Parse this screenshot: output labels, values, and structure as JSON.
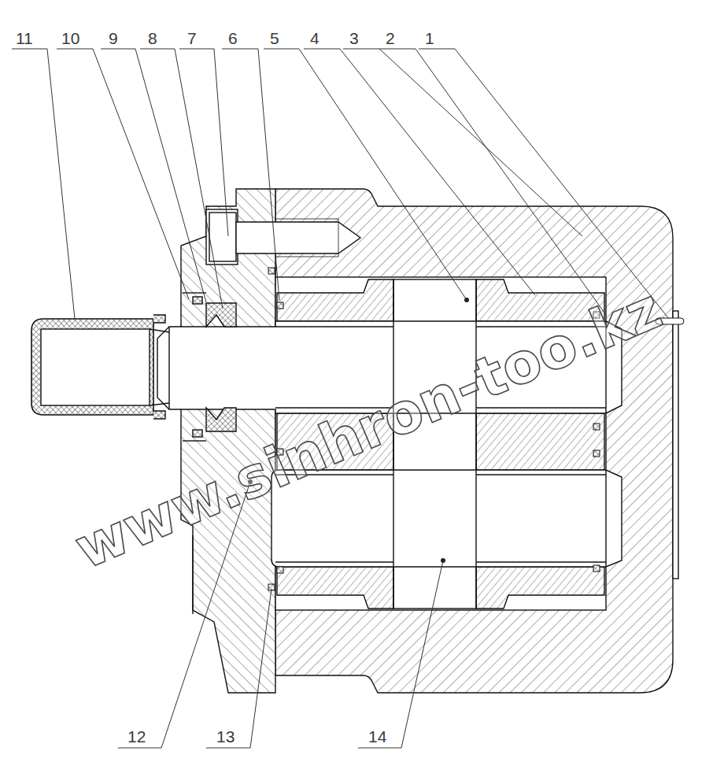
{
  "diagram": {
    "labels": [
      "11",
      "10",
      "9",
      "8",
      "7",
      "6",
      "5",
      "4",
      "3",
      "2",
      "1",
      "12",
      "13",
      "14",
      "www.sinhron-too.kz"
    ]
  }
}
